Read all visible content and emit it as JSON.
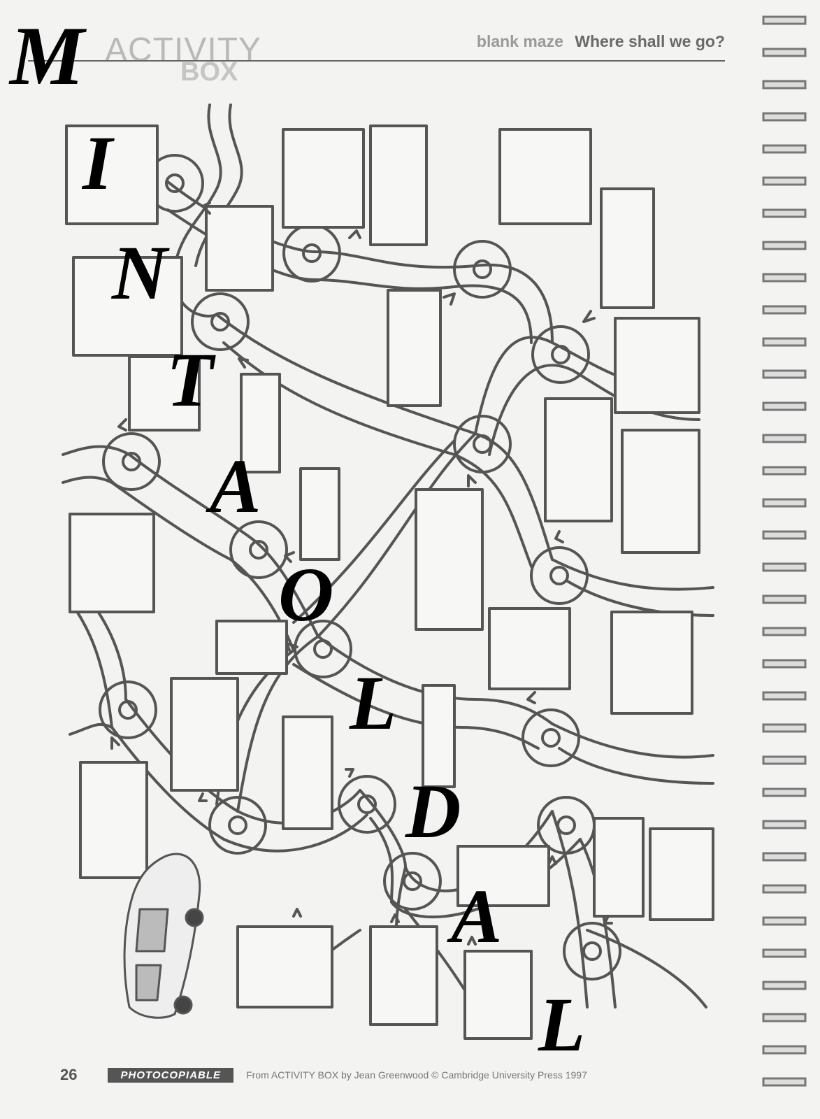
{
  "header": {
    "logo_activity": "ACTIVITY",
    "logo_box": "BOX",
    "subtitle": "blank maze",
    "title": "Where shall we go?"
  },
  "footer": {
    "page_number": "26",
    "badge": "PHOTOCOPIABLE",
    "credit": "From ACTIVITY BOX by Jean Greenwood © Cambridge University Press 1997"
  },
  "overlay_letters": [
    "M",
    "I",
    "N",
    "T",
    "A",
    "O",
    "L",
    "D",
    "A",
    "L"
  ],
  "colors": {
    "ink": "#555555",
    "paper": "#f3f3f1",
    "overlay": "#000000"
  }
}
